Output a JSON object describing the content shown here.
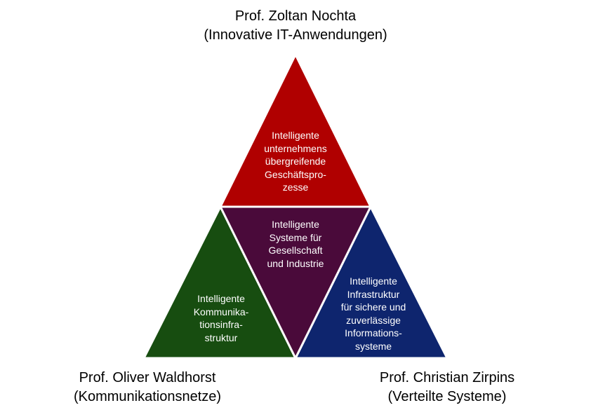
{
  "labels": {
    "top": {
      "name": "Prof. Zoltan Nochta",
      "field": "(Innovative IT-Anwendungen)"
    },
    "left": {
      "name": "Prof. Oliver Waldhorst",
      "field": "(Kommunikationsnetze)"
    },
    "right": {
      "name": "Prof. Christian Zirpins",
      "field": "(Verteilte Systeme)"
    }
  },
  "triangles": {
    "top": {
      "color": "#b00000",
      "lines": [
        "Intelligente",
        "unternehmens",
        "übergreifende",
        "Geschäftspro-",
        "zesse"
      ]
    },
    "center": {
      "color": "#4a0a3a",
      "lines": [
        "Intelligente",
        "Systeme für",
        "Gesellschaft",
        "und Industrie"
      ]
    },
    "left": {
      "color": "#174d10",
      "lines": [
        "Intelligente",
        "Kommunika-",
        "tionsinfra-",
        "struktur"
      ]
    },
    "right": {
      "color": "#0e256e",
      "lines": [
        "Intelligente",
        "Infrastruktur",
        "für sichere und",
        "zuverlässige",
        "Informations-",
        "systeme"
      ]
    }
  }
}
